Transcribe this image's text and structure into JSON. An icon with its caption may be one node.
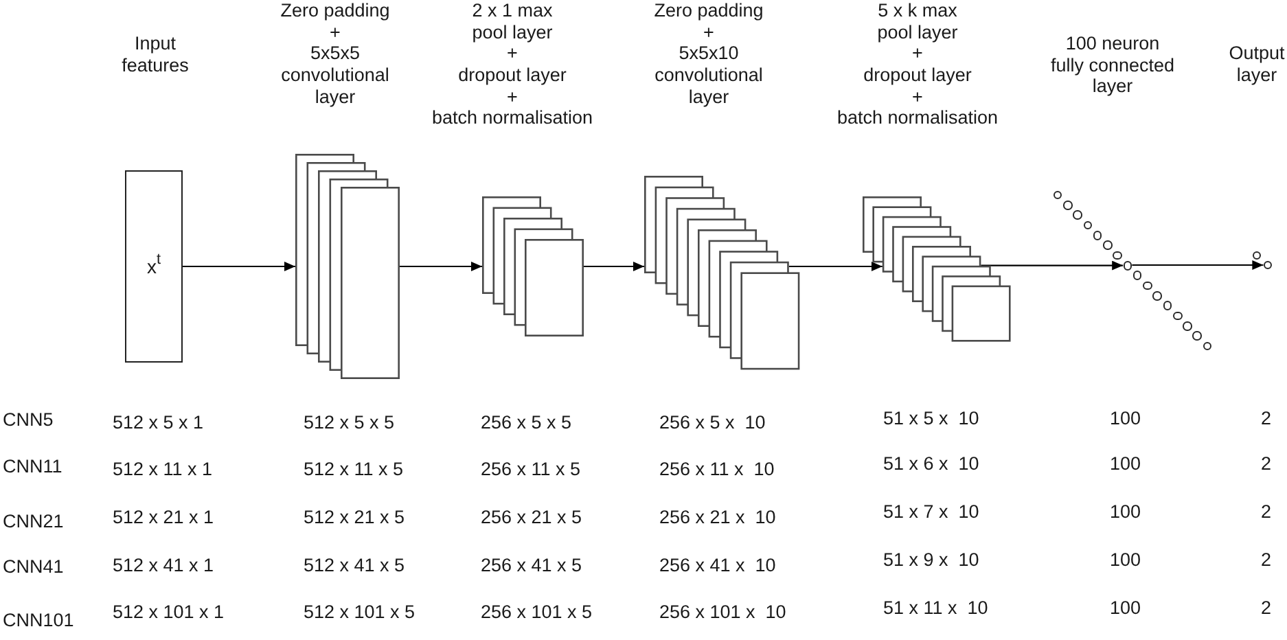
{
  "diagram": {
    "nodes": [
      {
        "text": [
          "x$^{t}$"
        ]
      },
      {
        "text": [],
        "shape": "stack"
      },
      {
        "text": [],
        "shape": "stack"
      },
      {
        "text": [],
        "shape": "stack"
      },
      {
        "text": [],
        "shape": "stack"
      },
      {
        "text": [],
        "shape": "circle"
      },
      {
        "text": [],
        "shape": "circle"
      },
      {
        "text": [],
        "shape": "circle"
      },
      {
        "text": [],
        "shape": "circle"
      },
      {
        "text": [],
        "shape": "circle"
      },
      {
        "text": [],
        "shape": "circle"
      },
      {
        "text": [],
        "shape": "circle"
      },
      {
        "text": [],
        "shape": "circle"
      },
      {
        "text": [],
        "shape": "circle"
      },
      {
        "text": [],
        "shape": "circle"
      },
      {
        "text": [],
        "shape": "circle"
      },
      {
        "text": [],
        "shape": "circle"
      },
      {
        "text": [],
        "shape": "circle"
      },
      {
        "text": [],
        "shape": "circle"
      },
      {
        "text": [],
        "shape": "circle"
      },
      {
        "text": [],
        "shape": "circle"
      },
      {
        "text": [],
        "shape": "circle"
      },
      {
        "text": [],
        "shape": "circle"
      }
    ],
    "edges": [
      {
        "from": 0,
        "to": 1,
        "arrow": "to"
      },
      {
        "from": 1,
        "to": 2,
        "arrow": "to"
      },
      {
        "from": 2,
        "to": 3,
        "arrow": "to"
      },
      {
        "from": 3,
        "to": 4,
        "arrow": "to"
      },
      {
        "from": 4,
        "to": 12,
        "arrow": "to"
      },
      {
        "from": 12,
        "to": 22,
        "arrow": "to"
      }
    ],
    "labels": [
      "Input features",
      "Zero padding",
      "+",
      "5x5x5 convolutional layer",
      "2 x 1 max pool layer",
      "+",
      "dropout layer",
      "+",
      "batch normalisation",
      "Zero padding",
      "+",
      "5x5x10 convolutional layer",
      "5 x k max pool layer",
      "+",
      "dropout layer",
      "+",
      "batch normalisation",
      "100 neuron fully connected layer",
      "Output layer",
      "CNN5",
      "512 x 5 x 1",
      "512 x 5 x 5",
      "256 x 5 x 5",
      "256 x 5 x  10",
      "51 x 5 x  10",
      "100",
      "2",
      "CNN11",
      "512 x 11 x 1",
      "512 x 11 x 5",
      "256 x 11 x 5",
      "256 x 11 x  10",
      "51 x 6 x  10",
      "100",
      "2",
      "CNN21",
      "512 x 21 x 1",
      "512 x 21 x 5",
      "256 x 21 x 5",
      "256 x 21 x  10",
      "51 x 7 x  10",
      "100",
      "2",
      "CNN41",
      "512 x 41 x 1",
      "512 x 41 x 5",
      "256 x 41 x 5",
      "256 x 41 x  10",
      "51 x 9 x  10",
      "100",
      "2",
      "CNN101",
      "512 x 101 x 1",
      "512 x 101 x 5",
      "256 x 101 x 5",
      "256 x 101 x  10",
      "51 x 11 x  10",
      "100",
      "2"
    ]
  }
}
